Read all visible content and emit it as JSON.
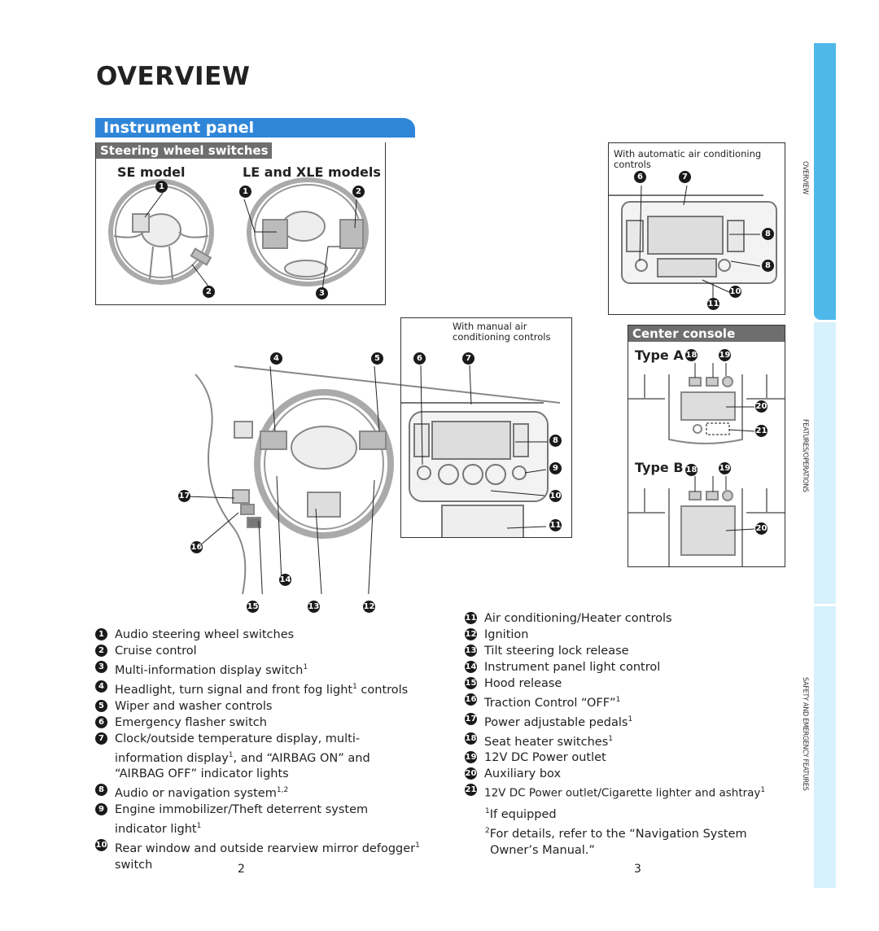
{
  "page_title": "OVERVIEW",
  "section": "Instrument panel",
  "steering": {
    "header": "Steering wheel switches",
    "se_label": "SE model",
    "le_label": "LE and XLE models"
  },
  "auto_ac_caption": "With automatic air conditioning controls",
  "manual_ac_caption": "With manual air conditioning controls",
  "console": {
    "header": "Center console",
    "type_a": "Type A",
    "type_b": "Type B"
  },
  "markers": [
    "1",
    "2",
    "3",
    "4",
    "5",
    "6",
    "7",
    "8",
    "9",
    "10",
    "11",
    "12",
    "13",
    "14",
    "15",
    "16",
    "17",
    "18",
    "19",
    "20",
    "21"
  ],
  "legend_left": [
    {
      "num": "1",
      "text": "Audio steering wheel switches"
    },
    {
      "num": "2",
      "text": "Cruise control"
    },
    {
      "num": "3",
      "text": "Multi-information display switch",
      "sup": "1"
    },
    {
      "num": "4",
      "text": "Headlight, turn signal and front fog light",
      "sup": "1",
      "tail": " controls"
    },
    {
      "num": "5",
      "text": "Wiper and washer controls"
    },
    {
      "num": "6",
      "text": "Emergency flasher switch"
    },
    {
      "num": "7",
      "text": "Clock/outside temperature display, multi-information display",
      "sup": "1",
      "tail": ", and “AIRBAG ON” and “AIRBAG OFF” indicator lights"
    },
    {
      "num": "8",
      "text": "Audio or navigation system",
      "sup": "1,2"
    },
    {
      "num": "9",
      "text": "Engine immobilizer/Theft deterrent system indicator light",
      "sup": "1"
    },
    {
      "num": "10",
      "text": "Rear window and outside rearview mirror defogger",
      "sup": "1",
      "tail": " switch"
    }
  ],
  "legend_right": [
    {
      "num": "11",
      "text": "Air conditioning/Heater controls"
    },
    {
      "num": "12",
      "text": "Ignition"
    },
    {
      "num": "13",
      "text": "Tilt steering lock release"
    },
    {
      "num": "14",
      "text": "Instrument panel light control"
    },
    {
      "num": "15",
      "text": "Hood release"
    },
    {
      "num": "16",
      "text": "Traction Control “OFF”",
      "sup": "1"
    },
    {
      "num": "17",
      "text": "Power adjustable pedals",
      "sup": "1"
    },
    {
      "num": "18",
      "text": "Seat heater switches",
      "sup": "1"
    },
    {
      "num": "19",
      "text": "12V DC Power outlet"
    },
    {
      "num": "20",
      "text": "Auxiliary box"
    },
    {
      "num": "21",
      "text": "12V DC Power outlet/Cigarette lighter and ashtray",
      "sup": "1"
    }
  ],
  "footnotes": [
    {
      "sup": "1",
      "text": "If equipped"
    },
    {
      "sup": "2",
      "text": "For details, refer to the “Navigation System Owner’s Manual.”"
    }
  ],
  "page_left": "2",
  "page_right": "3",
  "side_tabs": [
    "OVERVIEW",
    "FEATURES/OPERATIONS",
    "SAFETY AND EMERGENCY FEATURES"
  ],
  "colors": {
    "accent": "#2f86d8",
    "tab_active": "#4fb8ea",
    "tab_light": "#d6f1fb",
    "sub_header": "#6e6e6e"
  }
}
